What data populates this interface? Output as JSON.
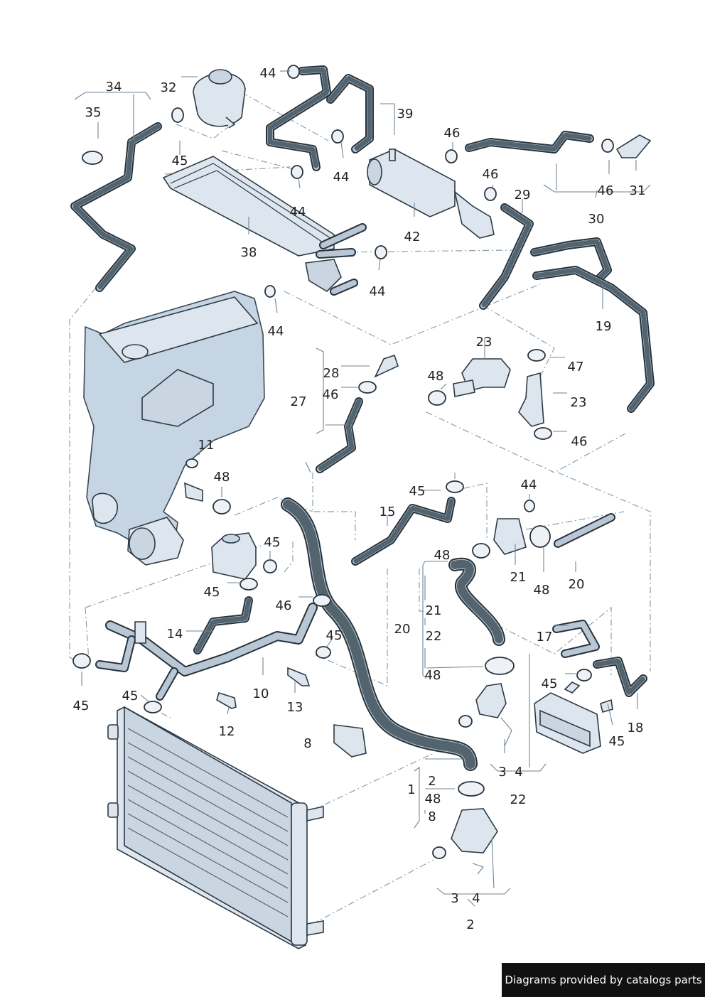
{
  "footer": {
    "credit": "Diagrams provided by catalogs parts"
  },
  "labels": {
    "l1": "1",
    "l2a": "2",
    "l2b": "2",
    "l3a": "3",
    "l3b": "3",
    "l4a": "4",
    "l4b": "4",
    "l8a": "8",
    "l8b": "8",
    "l10": "10",
    "l11": "11",
    "l12": "12",
    "l13": "13",
    "l14": "14",
    "l15": "15",
    "l17": "17",
    "l18": "18",
    "l19": "19",
    "l20a": "20",
    "l20b": "20",
    "l21a": "21",
    "l21b": "21",
    "l22a": "22",
    "l22b": "22",
    "l23a": "23",
    "l23b": "23",
    "l27": "27",
    "l28": "28",
    "l29": "29",
    "l30": "30",
    "l31": "31",
    "l32": "32",
    "l34": "34",
    "l35": "35",
    "l38": "38",
    "l39": "39",
    "l42": "42",
    "l44a": "44",
    "l44b": "44",
    "l44c": "44",
    "l44d": "44",
    "l44e": "44",
    "l44f": "44",
    "l45a": "45",
    "l45b": "45",
    "l45c": "45",
    "l45d": "45",
    "l45e": "45",
    "l45f": "45",
    "l45g": "45",
    "l45h": "45",
    "l45i": "45",
    "l46a": "46",
    "l46b": "46",
    "l46c": "46",
    "l46d": "46",
    "l46e": "46",
    "l46f": "46",
    "l47": "47",
    "l48a": "48",
    "l48b": "48",
    "l48c": "48",
    "l48d": "48",
    "l48e": "48",
    "l48f": "48"
  }
}
